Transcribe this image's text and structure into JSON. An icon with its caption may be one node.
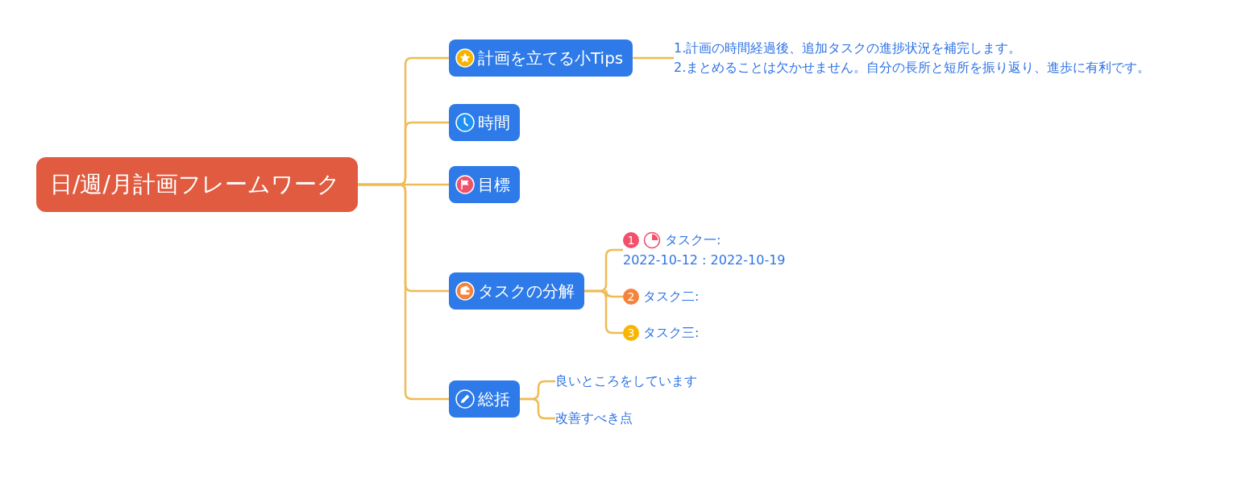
{
  "diagram": {
    "nodes": [
      {
        "text": [
          "日/週/月計画フレームワーク"
        ]
      },
      {
        "text": [
          "計画を立てる小Tips"
        ]
      },
      {
        "text": [
          "1.計画の時間経過後、追加タスクの進捗状況を補完します。",
          "2.まとめることは欠かせません。自分の長所と短所を振り返り、進歩に有利です。"
        ]
      },
      {
        "text": [
          "時間"
        ]
      },
      {
        "text": [
          "目標"
        ]
      },
      {
        "text": [
          "タスクの分解"
        ]
      },
      {
        "text": [
          "1",
          "タスク一:",
          "2022-10-12 : 2022-10-19"
        ]
      },
      {
        "text": [
          "2",
          "タスク二:"
        ]
      },
      {
        "text": [
          "3",
          "タスク三:"
        ]
      },
      {
        "text": [
          "総括"
        ]
      },
      {
        "text": [
          "良いところをしています"
        ]
      },
      {
        "text": [
          "改善すべき点"
        ]
      }
    ],
    "edges": [
      {
        "from": 0,
        "to": 1,
        "arrow": "none"
      },
      {
        "from": 1,
        "to": 2,
        "arrow": "none"
      },
      {
        "from": 0,
        "to": 3,
        "arrow": "none"
      },
      {
        "from": 0,
        "to": 4,
        "arrow": "none"
      },
      {
        "from": 0,
        "to": 5,
        "arrow": "none"
      },
      {
        "from": 5,
        "to": 6,
        "arrow": "none"
      },
      {
        "from": 5,
        "to": 7,
        "arrow": "none"
      },
      {
        "from": 5,
        "to": 8,
        "arrow": "none"
      },
      {
        "from": 0,
        "to": 9,
        "arrow": "none"
      },
      {
        "from": 9,
        "to": 10,
        "arrow": "none"
      },
      {
        "from": 9,
        "to": 11,
        "arrow": "none"
      }
    ]
  }
}
